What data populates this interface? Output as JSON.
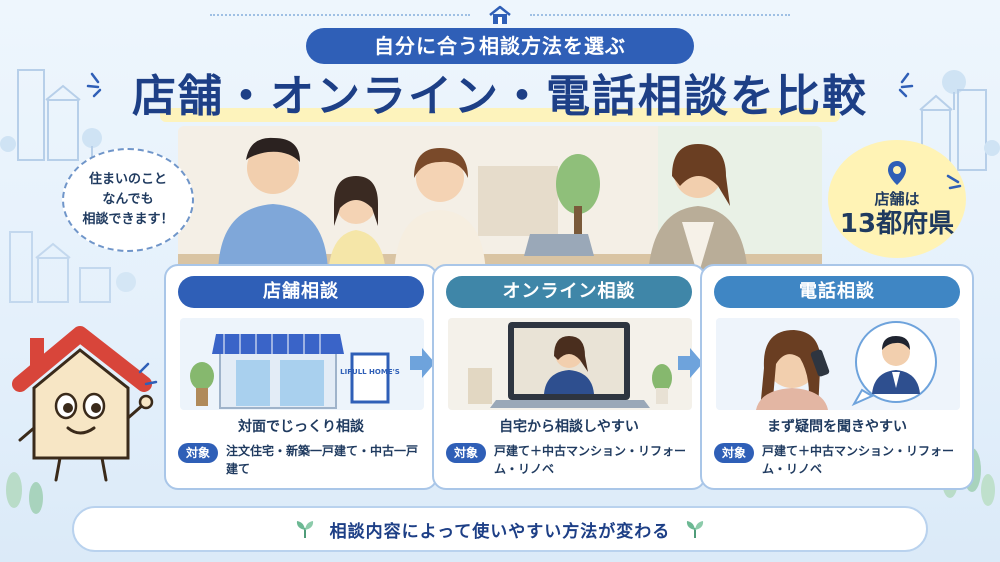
{
  "header": {
    "subtitle": "自分に合う相談方法を選ぶ",
    "title": "店舗・オンライン・電話相談を比較"
  },
  "speech_bubble": {
    "text": "住まいのこと\nなんでも\n相談できます！"
  },
  "store_badge": {
    "line1": "店舗は",
    "line2": "13都府県"
  },
  "cards": [
    {
      "title": "店舗相談",
      "feature": "対面でじっくり相談",
      "target_label": "対象",
      "target_text": "注文住宅・新築一戸建て・中古一戸建て",
      "store_sign": "LIFULL HOME'S",
      "color": "#2f5fb7"
    },
    {
      "title": "オンライン相談",
      "feature": "自宅から相談しやすい",
      "target_label": "対象",
      "target_text": "戸建て＋中古マンション・リフォーム・リノベ",
      "color": "#3f86a8"
    },
    {
      "title": "電話相談",
      "feature": "まず疑問を聞きやすい",
      "target_label": "対象",
      "target_text": "戸建て＋中古マンション・リフォーム・リノベ",
      "color": "#3f86c4"
    }
  ],
  "footer": {
    "text": "相談内容によって使いやすい方法が変わる"
  },
  "colors": {
    "primary": "#2f5fb7",
    "title": "#1d3f86",
    "badge_yellow": "#fff3b5",
    "arrow": "#6ea3dc"
  }
}
